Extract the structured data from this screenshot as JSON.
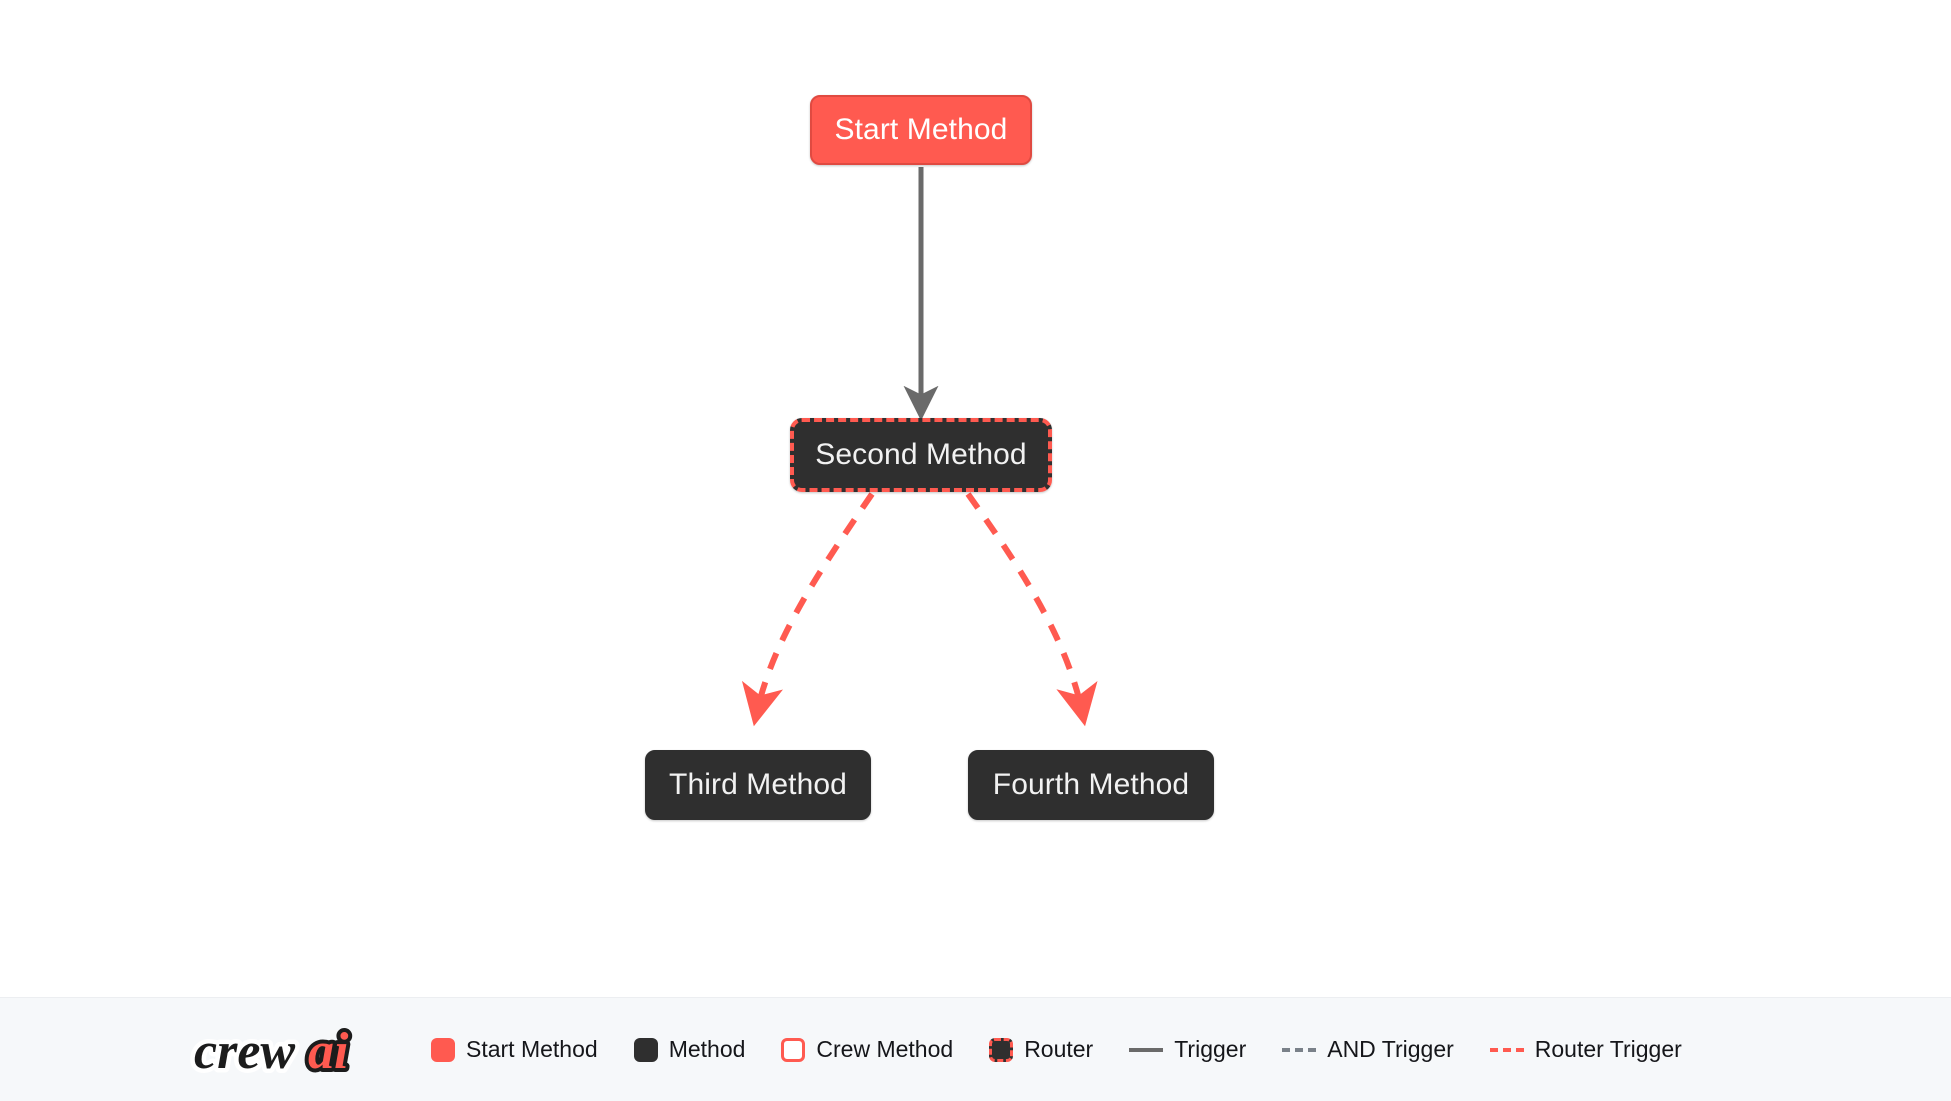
{
  "canvas": {
    "background": "#ffffff",
    "nodes": [
      {
        "id": "start",
        "label": "Start Method",
        "type": "start-method"
      },
      {
        "id": "second",
        "label": "Second Method",
        "type": "router"
      },
      {
        "id": "third",
        "label": "Third Method",
        "type": "method"
      },
      {
        "id": "fourth",
        "label": "Fourth Method",
        "type": "method"
      }
    ],
    "edges": [
      {
        "from": "start",
        "to": "third",
        "style": "trigger",
        "color": "#6A6A6A"
      },
      {
        "from": "second",
        "to": "third",
        "style": "router-trigger",
        "color": "#FF5A50"
      },
      {
        "from": "second",
        "to": "fourth",
        "style": "router-trigger",
        "color": "#FF5A50"
      }
    ]
  },
  "legend": {
    "logo": {
      "name": "crewai-logo",
      "text_dark": "crew",
      "text_accent": "ai"
    },
    "swatch_items": [
      {
        "label": "Start Method",
        "swatch": "start"
      },
      {
        "label": "Method",
        "swatch": "method"
      },
      {
        "label": "Crew Method",
        "swatch": "crew"
      },
      {
        "label": "Router",
        "swatch": "router"
      }
    ],
    "line_items": [
      {
        "label": "Trigger",
        "line": "solid"
      },
      {
        "label": "AND Trigger",
        "line": "dash-gray"
      },
      {
        "label": "Router Trigger",
        "line": "dash-red"
      }
    ]
  },
  "colors": {
    "accent": "#FF5A50",
    "node_dark": "#2F2F2F",
    "edge_gray": "#6A6A6A",
    "footer_bg": "#F6F8FA"
  }
}
